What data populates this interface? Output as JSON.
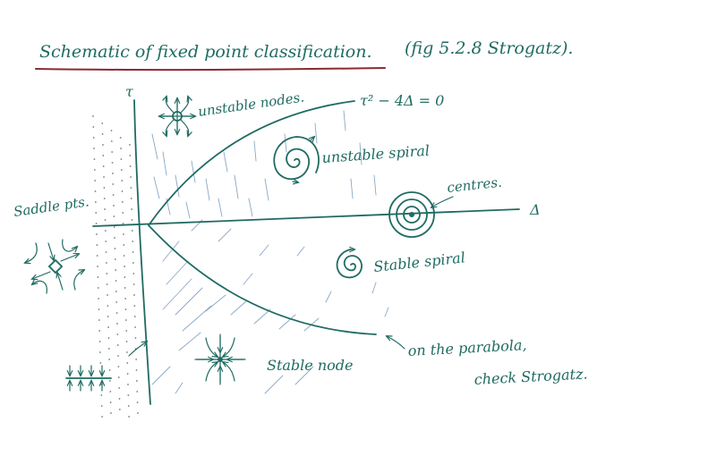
{
  "title": "Schematic of fixed point classification.",
  "reference": "(fig 5.2.8 Strogatz).",
  "colors": {
    "ink": "#1f6b62",
    "underline": "#8b2a35",
    "hatch": "#8aa7c8",
    "dots": "#6e7f78"
  },
  "axes": {
    "vertical": "τ",
    "horizontal": "Δ"
  },
  "curve_label": "τ² − 4Δ = 0",
  "regions": {
    "unstable_nodes": "unstable nodes.",
    "unstable_spiral": "unstable spiral",
    "centres": "centres.",
    "saddle_points": "Saddle pts.",
    "stable_spiral": "Stable spiral",
    "stable_node": "Stable node"
  },
  "parabola_note": {
    "line1": "on the parabola,",
    "line2": "check Strogatz."
  }
}
